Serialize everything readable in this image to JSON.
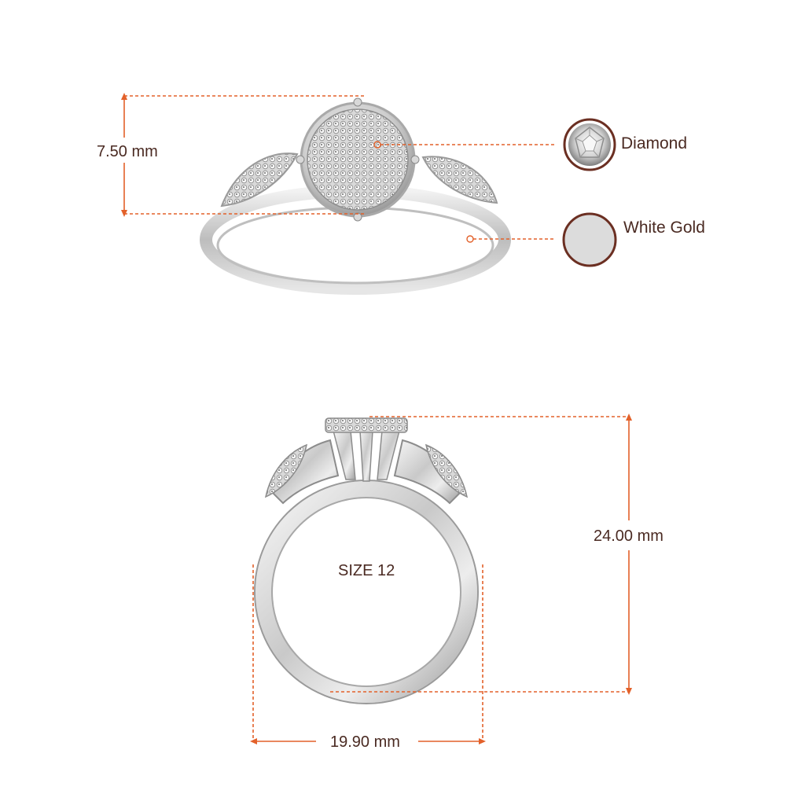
{
  "dimensions": {
    "height_top": "7.50 mm",
    "height_side": "24.00 mm",
    "width_side": "19.90 mm",
    "size": "SIZE 12"
  },
  "legend": [
    {
      "label": "Diamond",
      "icon": "diamond-icon"
    },
    {
      "label": "White Gold",
      "icon": "white-gold-swatch-icon"
    }
  ],
  "colors": {
    "accent": "#e3612a",
    "text": "#4a2a22",
    "metal": "#d6d6d6",
    "legend_ring": "#6b2f22",
    "swatch": "#dcdcdc"
  }
}
